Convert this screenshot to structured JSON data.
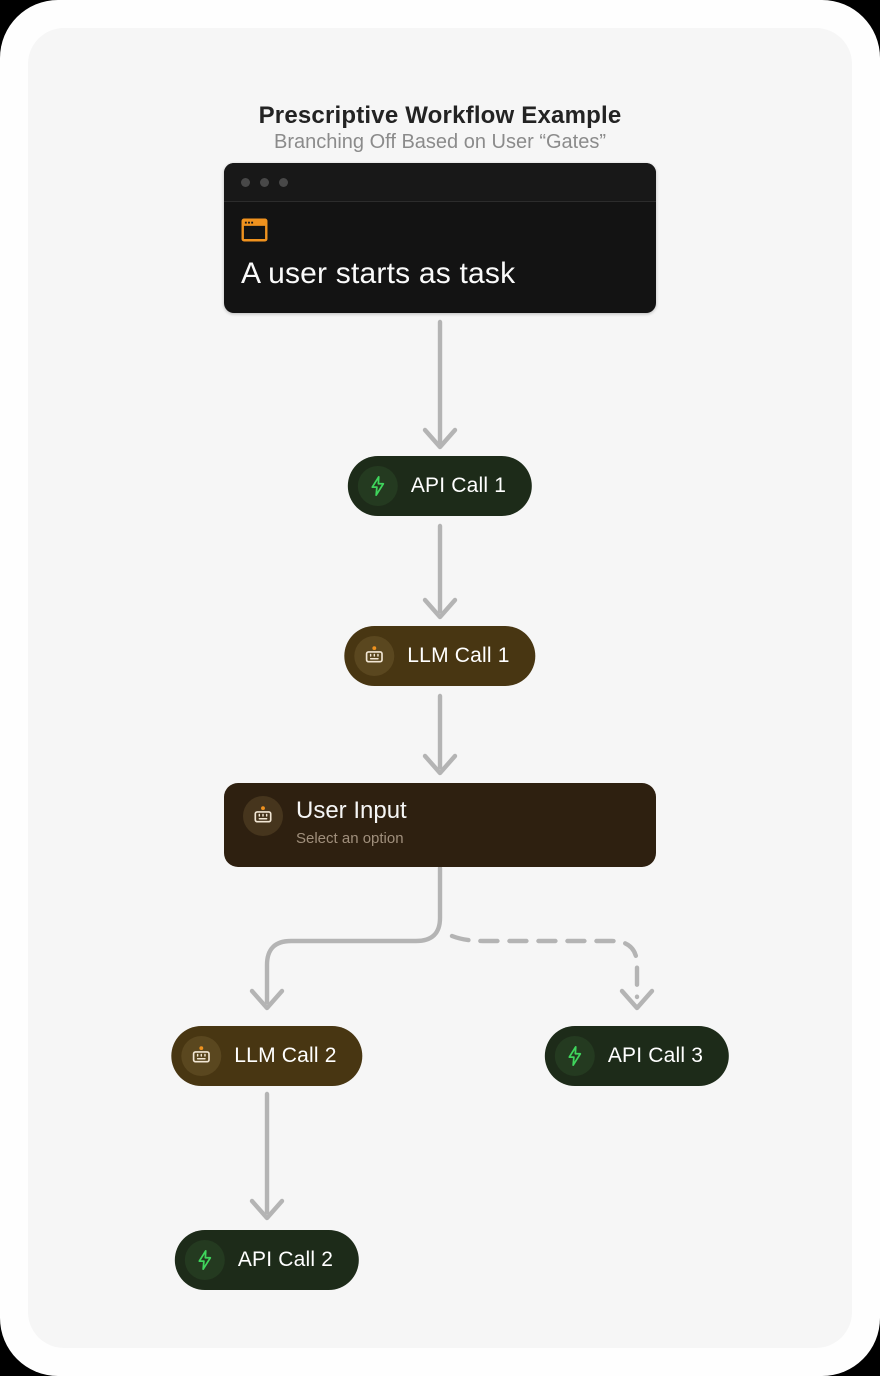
{
  "header": {
    "title": "Prescriptive Workflow Example",
    "subtitle": "Branching Off Based on User “Gates”"
  },
  "nodes": {
    "task": {
      "label": "A user starts as task",
      "icon": "browser-window-icon"
    },
    "api_call_1": {
      "label": "API Call 1",
      "icon": "lightning-icon"
    },
    "llm_call_1": {
      "label": "LLM Call 1",
      "icon": "robot-icon"
    },
    "user_input": {
      "label": "User Input",
      "sublabel": "Select an option",
      "icon": "robot-icon"
    },
    "llm_call_2": {
      "label": "LLM Call 2",
      "icon": "robot-icon"
    },
    "api_call_3": {
      "label": "API Call 3",
      "icon": "lightning-icon"
    },
    "api_call_2": {
      "label": "API Call 2",
      "icon": "lightning-icon"
    }
  },
  "edges": [
    {
      "from": "task",
      "to": "api_call_1",
      "style": "solid"
    },
    {
      "from": "api_call_1",
      "to": "llm_call_1",
      "style": "solid"
    },
    {
      "from": "llm_call_1",
      "to": "user_input",
      "style": "solid"
    },
    {
      "from": "user_input",
      "to": "llm_call_2",
      "style": "solid"
    },
    {
      "from": "user_input",
      "to": "api_call_3",
      "style": "dashed"
    },
    {
      "from": "llm_call_2",
      "to": "api_call_2",
      "style": "solid"
    }
  ],
  "colors": {
    "card_bg": "#f6f6f6",
    "terminal_bg": "#131313",
    "accent_orange": "#f0921e",
    "api_pill_bg": "#1d2b19",
    "api_icon_green": "#3fd55c",
    "llm_pill_bg": "#483612",
    "user_input_bg": "#2e2010",
    "arrow_gray": "#b4b4b4"
  }
}
